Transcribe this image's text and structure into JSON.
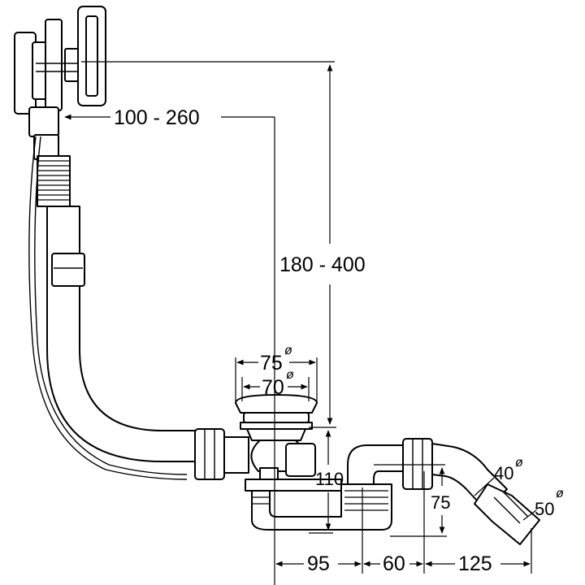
{
  "dimensions": {
    "overflow_offset": "100 - 260",
    "height_range": "180 - 400",
    "outlet_dia_outer": "75",
    "outlet_dia_inner": "70",
    "trap_height": "110",
    "branch_height": "75",
    "connector_40": "40",
    "connector_50": "50",
    "offset_95": "95",
    "offset_60": "60",
    "offset_125": "125"
  },
  "diameter_symbol": "ø"
}
